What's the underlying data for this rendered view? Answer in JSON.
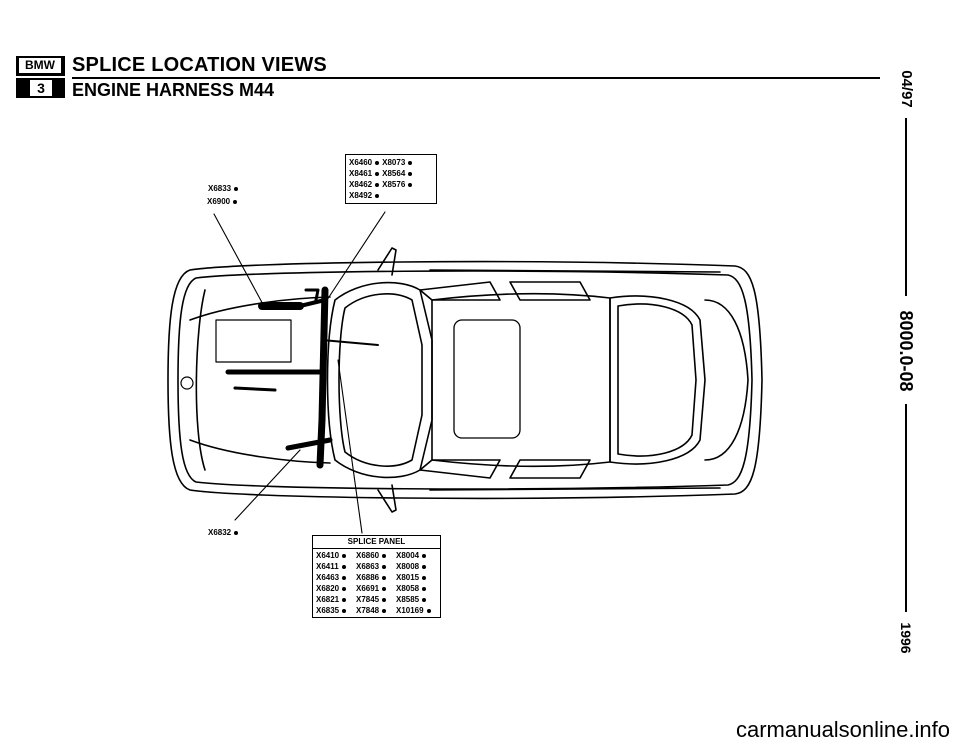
{
  "header": {
    "logo_brand": "BMW",
    "logo_series": "3",
    "title": "SPLICE LOCATION VIEWS",
    "subtitle": "ENGINE HARNESS M44"
  },
  "side_margin": {
    "date": "04/97",
    "code": "8000.0-08",
    "year": "1996"
  },
  "callouts": {
    "top_left": [
      "X6833",
      "X6900"
    ],
    "top_box": [
      [
        "X6460",
        "X8073"
      ],
      [
        "X8461",
        "X8564"
      ],
      [
        "X8462",
        "X8576"
      ],
      [
        "X8492"
      ]
    ],
    "bottom_left": [
      "X6832"
    ],
    "splice_panel": {
      "title": "SPLICE PANEL",
      "rows": [
        [
          "X6410",
          "X6860",
          "X8004"
        ],
        [
          "X6411",
          "X6863",
          "X8008"
        ],
        [
          "X6463",
          "X6886",
          "X8015"
        ],
        [
          "X6820",
          "X6691",
          "X8058"
        ],
        [
          "X6821",
          "X7845",
          "X8585"
        ],
        [
          "X6835",
          "X7848",
          "X10169"
        ]
      ]
    }
  },
  "watermark": "carmanualsonline.info"
}
